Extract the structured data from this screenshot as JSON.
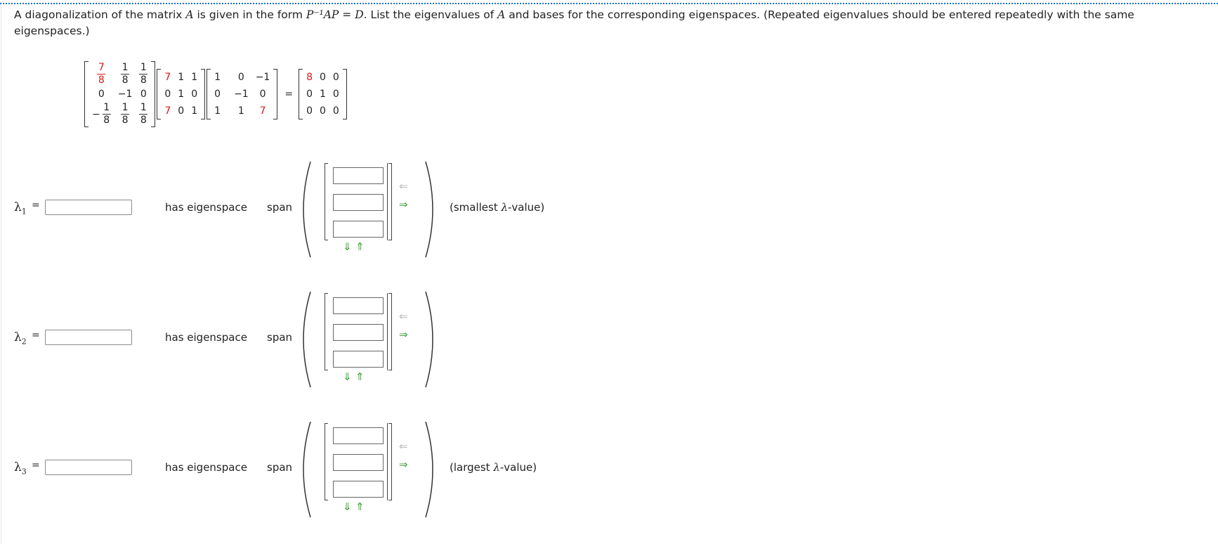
{
  "prompt": {
    "text_1": "A diagonalization of the matrix ",
    "var_A": "A",
    "text_2": " is given in the form ",
    "formula": "P⁻¹AP = D",
    "text_3": ". List the eigenvalues of ",
    "var_A2": "A",
    "text_4": " and bases for the corresponding eigenspaces. (Repeated eigenvalues should be entered repeatedly with the same eigenspaces.)"
  },
  "equation": {
    "pinv": {
      "r1": [
        {
          "num": "7",
          "den": "8",
          "red": true
        },
        {
          "num": "1",
          "den": "8"
        },
        {
          "num": "1",
          "den": "8"
        }
      ],
      "r2": [
        "0",
        "−1",
        "0"
      ],
      "r3_neg": "−",
      "r3": [
        {
          "num": "1",
          "den": "8"
        },
        {
          "num": "1",
          "den": "8"
        },
        {
          "num": "1",
          "den": "8"
        }
      ]
    },
    "a": [
      [
        "7",
        "1",
        "1"
      ],
      [
        "0",
        "1",
        "0"
      ],
      [
        "7",
        "0",
        "1"
      ]
    ],
    "p": [
      [
        "1",
        "0",
        "−1"
      ],
      [
        "0",
        "−1",
        "0"
      ],
      [
        "1",
        "1",
        "7"
      ]
    ],
    "equals": "=",
    "d": [
      [
        "8",
        "0",
        "0"
      ],
      [
        "0",
        "1",
        "0"
      ],
      [
        "0",
        "0",
        "0"
      ]
    ]
  },
  "rows": [
    {
      "lambda": "λ",
      "sub": "1",
      "equals": "=",
      "has": "has eigenspace",
      "span": "span",
      "note_pre": "(smallest ",
      "note_lambda": "λ",
      "note_post": "-value)"
    },
    {
      "lambda": "λ",
      "sub": "2",
      "equals": "=",
      "has": "has eigenspace",
      "span": "span",
      "note_pre": "",
      "note_lambda": "",
      "note_post": ""
    },
    {
      "lambda": "λ",
      "sub": "3",
      "equals": "=",
      "has": "has eigenspace",
      "span": "span",
      "note_pre": "(largest ",
      "note_lambda": "λ",
      "note_post": "-value)"
    }
  ],
  "icons": {
    "add_column": "arrow-left-icon",
    "remove_column": "arrow-right-icon",
    "add_row": "arrow-down-icon",
    "remove_row": "arrow-up-icon"
  },
  "colors": {
    "highlight": "#e0191b",
    "arrow_green": "#3a9a33",
    "arrow_gray": "#b5b5b5",
    "top_rule": "#1a6fc4"
  }
}
